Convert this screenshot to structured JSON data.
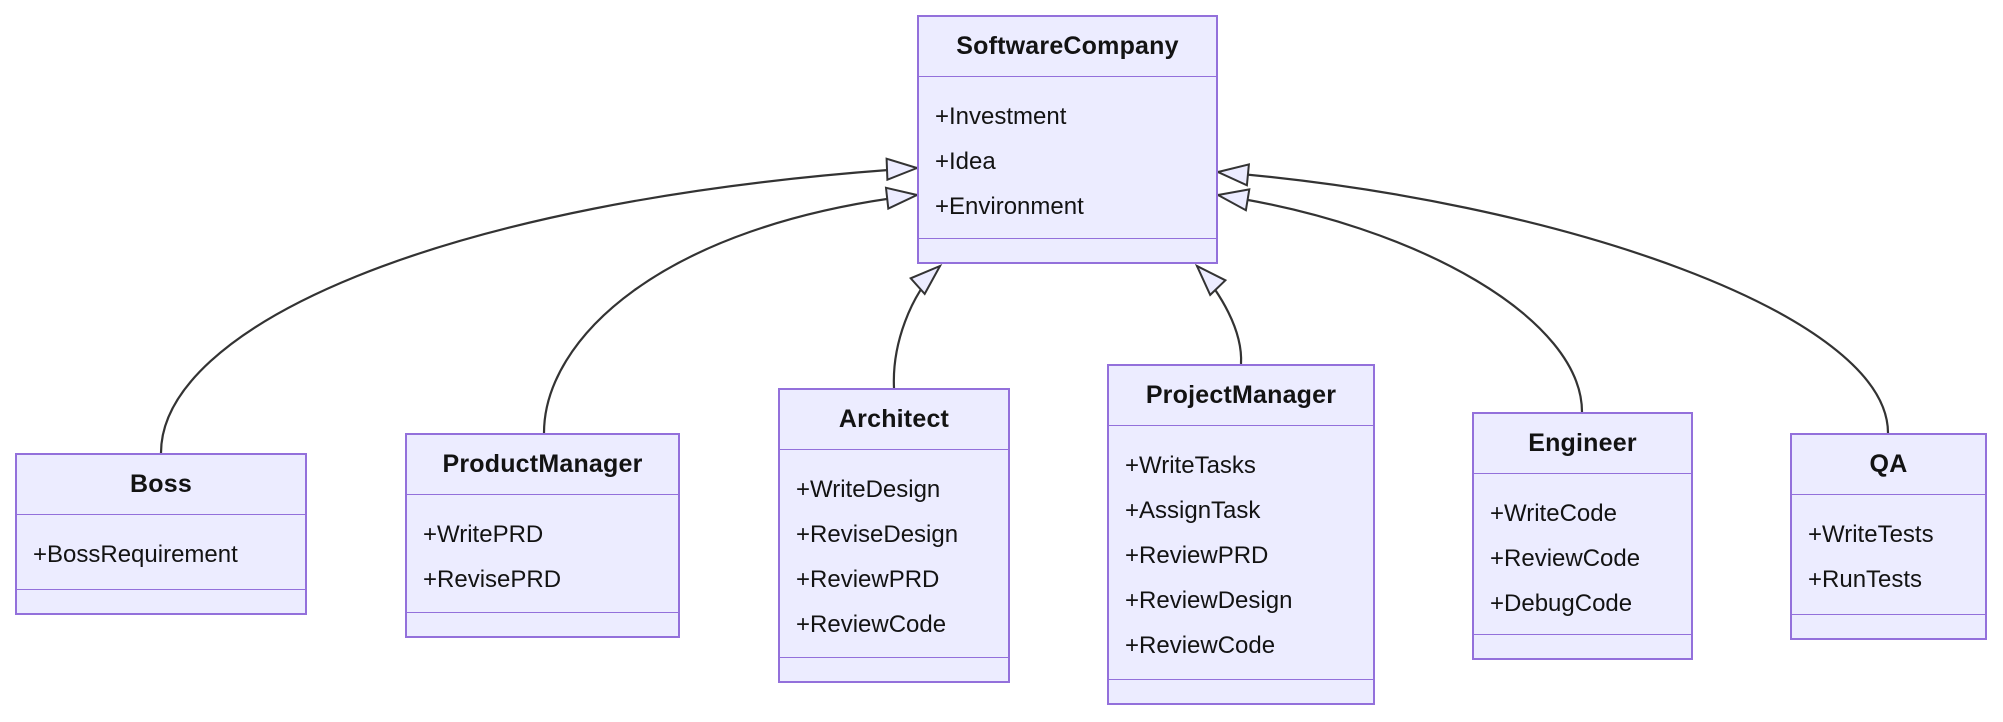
{
  "diagram": {
    "kind": "uml-class-diagram",
    "colors": {
      "box_fill": "#ECECFF",
      "box_border": "#9370DB",
      "edge_line": "#333333",
      "text": "#131313",
      "background": "#ffffff"
    },
    "classes": [
      {
        "name": "SoftwareCompany",
        "attributes": [
          "+Investment",
          "+Idea",
          "+Environment"
        ],
        "methods": []
      },
      {
        "name": "Boss",
        "attributes": [
          "+BossRequirement"
        ],
        "methods": []
      },
      {
        "name": "ProductManager",
        "attributes": [
          "+WritePRD",
          "+RevisePRD"
        ],
        "methods": []
      },
      {
        "name": "Architect",
        "attributes": [
          "+WriteDesign",
          "+ReviseDesign",
          "+ReviewPRD",
          "+ReviewCode"
        ],
        "methods": []
      },
      {
        "name": "ProjectManager",
        "attributes": [
          "+WriteTasks",
          "+AssignTask",
          "+ReviewPRD",
          "+ReviewDesign",
          "+ReviewCode"
        ],
        "methods": []
      },
      {
        "name": "Engineer",
        "attributes": [
          "+WriteCode",
          "+ReviewCode",
          "+DebugCode"
        ],
        "methods": []
      },
      {
        "name": "QA",
        "attributes": [
          "+WriteTests",
          "+RunTests"
        ],
        "methods": []
      }
    ],
    "relations": [
      {
        "from": "Boss",
        "to": "SoftwareCompany",
        "type": "inheritance"
      },
      {
        "from": "ProductManager",
        "to": "SoftwareCompany",
        "type": "inheritance"
      },
      {
        "from": "Architect",
        "to": "SoftwareCompany",
        "type": "inheritance"
      },
      {
        "from": "ProjectManager",
        "to": "SoftwareCompany",
        "type": "inheritance"
      },
      {
        "from": "Engineer",
        "to": "SoftwareCompany",
        "type": "inheritance"
      },
      {
        "from": "QA",
        "to": "SoftwareCompany",
        "type": "inheritance"
      }
    ]
  }
}
